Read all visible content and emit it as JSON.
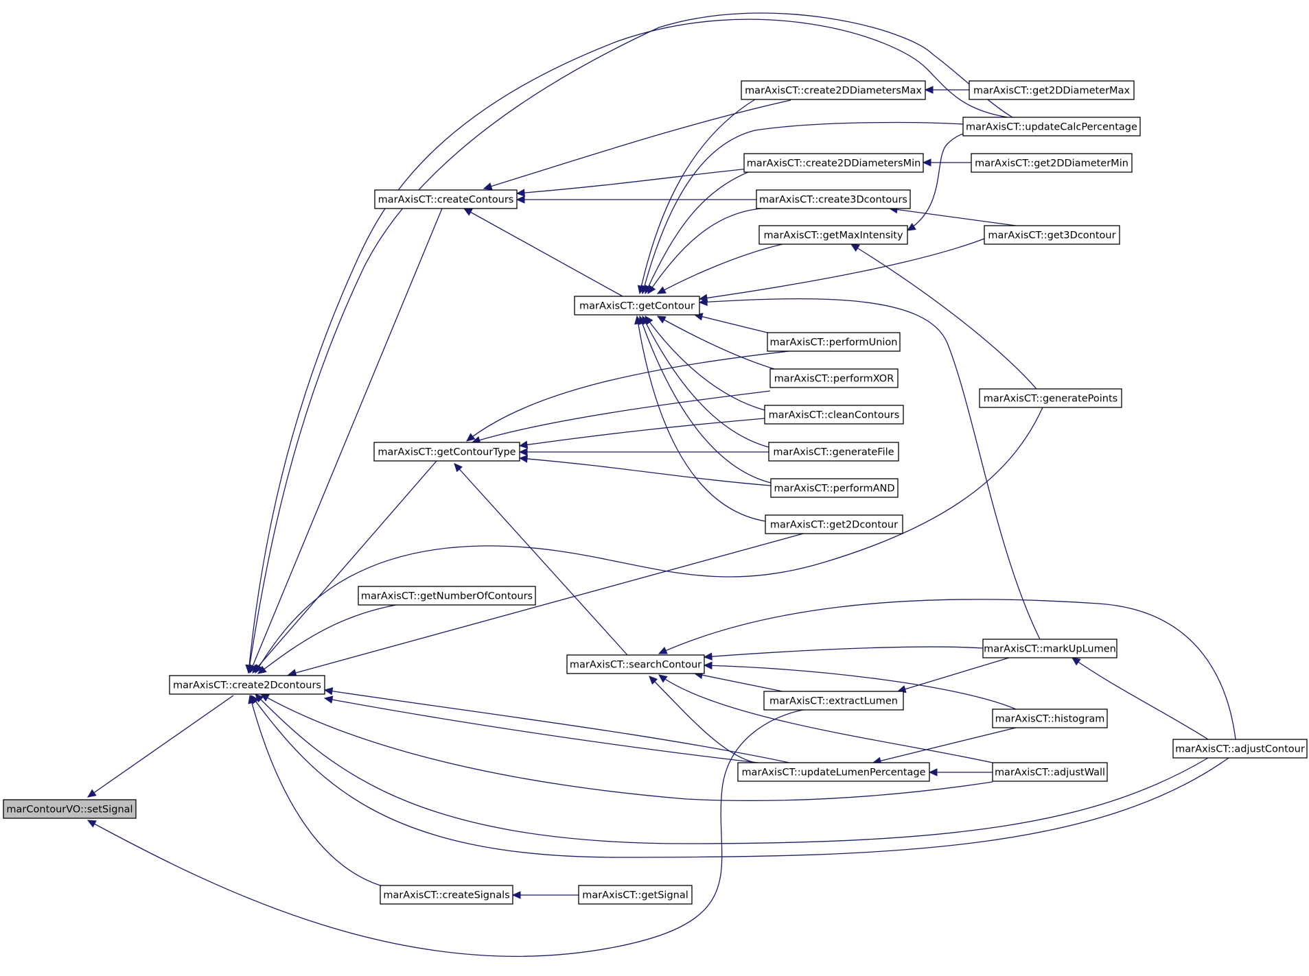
{
  "graph": {
    "root": "setSignal",
    "nodes": [
      {
        "id": "setSignal",
        "label": "marContourVO::setSignal",
        "highlighted": true
      },
      {
        "id": "create2Dcontours",
        "label": "marAxisCT::create2Dcontours"
      },
      {
        "id": "createContours",
        "label": "marAxisCT::createContours"
      },
      {
        "id": "getContourType",
        "label": "marAxisCT::getContourType"
      },
      {
        "id": "getNumberOfContours",
        "label": "marAxisCT::getNumberOfContours"
      },
      {
        "id": "createSignals",
        "label": "marAxisCT::createSignals"
      },
      {
        "id": "getSignal",
        "label": "marAxisCT::getSignal"
      },
      {
        "id": "getContour",
        "label": "marAxisCT::getContour"
      },
      {
        "id": "searchContour",
        "label": "marAxisCT::searchContour"
      },
      {
        "id": "create2DDiametersMax",
        "label": "marAxisCT::create2DDiametersMax"
      },
      {
        "id": "create2DDiametersMin",
        "label": "marAxisCT::create2DDiametersMin"
      },
      {
        "id": "create3Dcontours",
        "label": "marAxisCT::create3Dcontours"
      },
      {
        "id": "getMaxIntensity",
        "label": "marAxisCT::getMaxIntensity"
      },
      {
        "id": "performUnion",
        "label": "marAxisCT::performUnion"
      },
      {
        "id": "performXOR",
        "label": "marAxisCT::performXOR"
      },
      {
        "id": "cleanContours",
        "label": "marAxisCT::cleanContours"
      },
      {
        "id": "generateFile",
        "label": "marAxisCT::generateFile"
      },
      {
        "id": "performAND",
        "label": "marAxisCT::performAND"
      },
      {
        "id": "get2Dcontour",
        "label": "marAxisCT::get2Dcontour"
      },
      {
        "id": "extractLumen",
        "label": "marAxisCT::extractLumen"
      },
      {
        "id": "updateLumenPercentage",
        "label": "marAxisCT::updateLumenPercentage"
      },
      {
        "id": "get2DDiameterMax",
        "label": "marAxisCT::get2DDiameterMax"
      },
      {
        "id": "updateCalcPercentage",
        "label": "marAxisCT::updateCalcPercentage"
      },
      {
        "id": "get2DDiameterMin",
        "label": "marAxisCT::get2DDiameterMin"
      },
      {
        "id": "get3Dcontour",
        "label": "marAxisCT::get3Dcontour"
      },
      {
        "id": "generatePoints",
        "label": "marAxisCT::generatePoints"
      },
      {
        "id": "markUpLumen",
        "label": "marAxisCT::markUpLumen"
      },
      {
        "id": "histogram",
        "label": "marAxisCT::histogram"
      },
      {
        "id": "adjustWall",
        "label": "marAxisCT::adjustWall"
      },
      {
        "id": "adjustContour",
        "label": "marAxisCT::adjustContour"
      }
    ],
    "edges": [
      {
        "from": "create2Dcontours",
        "to": "setSignal"
      },
      {
        "from": "extractLumen",
        "to": "setSignal"
      },
      {
        "from": "updateCalcPercentage",
        "to": "create2Dcontours"
      },
      {
        "from": "createContours",
        "to": "create2Dcontours"
      },
      {
        "from": "getContourType",
        "to": "create2Dcontours"
      },
      {
        "from": "generatePoints",
        "to": "create2Dcontours"
      },
      {
        "from": "getNumberOfContours",
        "to": "create2Dcontours"
      },
      {
        "from": "get2Dcontour",
        "to": "create2Dcontours"
      },
      {
        "from": "updateLumenPercentage",
        "to": "create2Dcontours"
      },
      {
        "from": "adjustWall",
        "to": "create2Dcontours"
      },
      {
        "from": "adjustContour",
        "to": "create2Dcontours"
      },
      {
        "from": "createSignals",
        "to": "create2Dcontours"
      },
      {
        "from": "create2DDiametersMax",
        "to": "createContours"
      },
      {
        "from": "create2DDiametersMin",
        "to": "createContours"
      },
      {
        "from": "create3Dcontours",
        "to": "createContours"
      },
      {
        "from": "getContour",
        "to": "createContours"
      },
      {
        "from": "create2DDiametersMax",
        "to": "getContour"
      },
      {
        "from": "updateCalcPercentage",
        "to": "getContour"
      },
      {
        "from": "create2DDiametersMin",
        "to": "getContour"
      },
      {
        "from": "create3Dcontours",
        "to": "getContour"
      },
      {
        "from": "getMaxIntensity",
        "to": "getContour"
      },
      {
        "from": "get3Dcontour",
        "to": "getContour"
      },
      {
        "from": "markUpLumen",
        "to": "getContour"
      },
      {
        "from": "performUnion",
        "to": "getContour"
      },
      {
        "from": "performXOR",
        "to": "getContour"
      },
      {
        "from": "cleanContours",
        "to": "getContour"
      },
      {
        "from": "generateFile",
        "to": "getContour"
      },
      {
        "from": "performAND",
        "to": "getContour"
      },
      {
        "from": "get2Dcontour",
        "to": "getContour"
      },
      {
        "from": "performUnion",
        "to": "getContourType"
      },
      {
        "from": "performXOR",
        "to": "getContourType"
      },
      {
        "from": "cleanContours",
        "to": "getContourType"
      },
      {
        "from": "generateFile",
        "to": "getContourType"
      },
      {
        "from": "performAND",
        "to": "getContourType"
      },
      {
        "from": "searchContour",
        "to": "getContourType"
      },
      {
        "from": "getSignal",
        "to": "createSignals"
      },
      {
        "from": "adjustContour",
        "to": "searchContour"
      },
      {
        "from": "markUpLumen",
        "to": "searchContour"
      },
      {
        "from": "histogram",
        "to": "searchContour"
      },
      {
        "from": "extractLumen",
        "to": "searchContour"
      },
      {
        "from": "adjustWall",
        "to": "searchContour"
      },
      {
        "from": "updateLumenPercentage",
        "to": "searchContour"
      },
      {
        "from": "get2DDiameterMax",
        "to": "create2DDiametersMax"
      },
      {
        "from": "get2DDiameterMin",
        "to": "create2DDiametersMin"
      },
      {
        "from": "get3Dcontour",
        "to": "create3Dcontours"
      },
      {
        "from": "updateCalcPercentage",
        "to": "getMaxIntensity"
      },
      {
        "from": "generatePoints",
        "to": "getMaxIntensity"
      },
      {
        "from": "histogram",
        "to": "updateLumenPercentage"
      },
      {
        "from": "adjustWall",
        "to": "updateLumenPercentage"
      },
      {
        "from": "markUpLumen",
        "to": "extractLumen"
      },
      {
        "from": "adjustContour",
        "to": "markUpLumen"
      }
    ],
    "colors": {
      "edge": "#191970",
      "node_border": "#000000",
      "node_fill": "#ffffff",
      "root_fill": "#bfbfbf"
    }
  }
}
